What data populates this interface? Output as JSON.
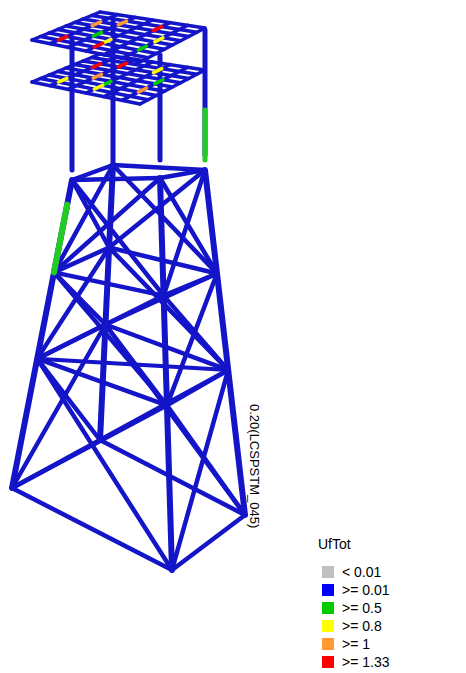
{
  "diagram": {
    "labels": [
      "0.20(LCSPSTM_045)",
      "UfTot"
    ],
    "legend": [
      {
        "text": "< 0.01",
        "color": "#c0c0c0"
      },
      {
        "text": ">= 0.01",
        "color": "#0000ff"
      },
      {
        "text": ">= 0.5",
        "color": "#00cc00"
      },
      {
        "text": ">= 0.8",
        "color": "#ffff00"
      },
      {
        "text": ">= 1",
        "color": "#ff9933"
      },
      {
        "text": ">= 1.33",
        "color": "#ff0000"
      }
    ]
  }
}
